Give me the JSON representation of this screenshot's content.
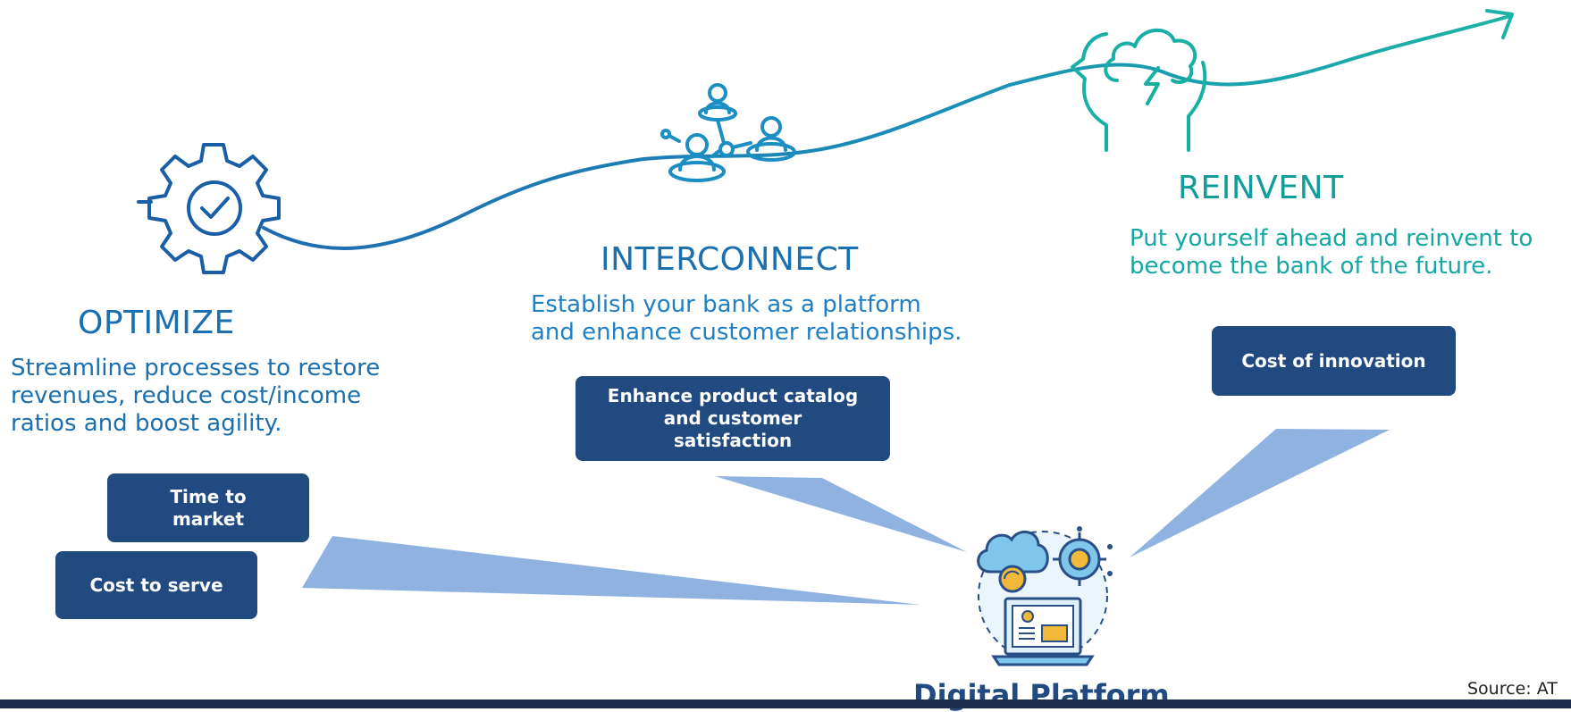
{
  "stages": [
    {
      "heading": "OPTIMIZE",
      "description": "Streamline processes to restore\nrevenues, reduce cost/income\nratios and boost agility."
    },
    {
      "heading": "INTERCONNECT",
      "description": "Establish your bank as a platform\nand enhance customer relationships."
    },
    {
      "heading": "REINVENT",
      "description": "Put yourself ahead and reinvent to\nbecome the bank of the future."
    }
  ],
  "boxes": {
    "time_to_market": "Time to\nmarket",
    "cost_to_serve": "Cost to serve",
    "enhance_catalog": "Enhance product catalog\nand customer\nsatisfaction",
    "cost_of_innovation": "Cost of innovation"
  },
  "platform": {
    "label": "Digital Platform"
  },
  "source": "Source: AT",
  "colors": {
    "curve_start": "#1e6bb0",
    "curve_end": "#1bb3a6",
    "box_fill": "#204a80",
    "wedge_fill": "#8fb2e0",
    "footer": "#1c2f4a"
  },
  "icons": [
    "gear-check-icon",
    "people-network-icon",
    "head-storm-icon",
    "digital-platform-icon"
  ]
}
